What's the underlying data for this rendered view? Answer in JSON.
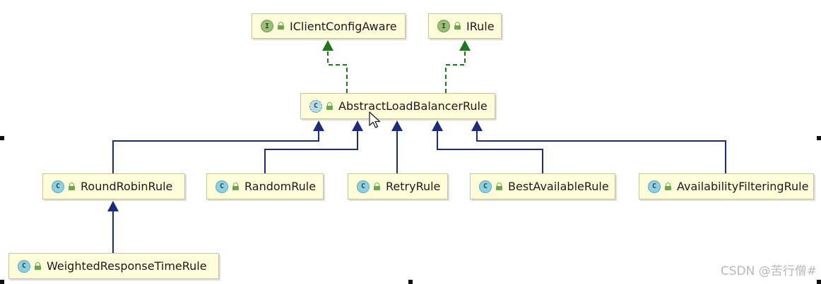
{
  "diagram": {
    "nodes": [
      {
        "id": "iclientconfigaware",
        "kind": "interface",
        "badge": "I",
        "label": "IClientConfigAware"
      },
      {
        "id": "irule",
        "kind": "interface",
        "badge": "I",
        "label": "IRule"
      },
      {
        "id": "abstractloadbalancerrule",
        "kind": "abstract",
        "badge": "C",
        "label": "AbstractLoadBalancerRule"
      },
      {
        "id": "roundrobinrule",
        "kind": "class",
        "badge": "C",
        "label": "RoundRobinRule"
      },
      {
        "id": "randomrule",
        "kind": "class",
        "badge": "C",
        "label": "RandomRule"
      },
      {
        "id": "retryrule",
        "kind": "class",
        "badge": "C",
        "label": "RetryRule"
      },
      {
        "id": "bestavailablerule",
        "kind": "class",
        "badge": "C",
        "label": "BestAvailableRule"
      },
      {
        "id": "availabilityfilteringrule",
        "kind": "class",
        "badge": "C",
        "label": "AvailabilityFilteringRule"
      },
      {
        "id": "weightedresponsetimerule",
        "kind": "class",
        "badge": "C",
        "label": "WeightedResponseTimeRule"
      }
    ],
    "edges": [
      {
        "from": "abstractloadbalancerrule",
        "to": "iclientconfigaware",
        "type": "implements"
      },
      {
        "from": "abstractloadbalancerrule",
        "to": "irule",
        "type": "implements"
      },
      {
        "from": "roundrobinrule",
        "to": "abstractloadbalancerrule",
        "type": "extends"
      },
      {
        "from": "randomrule",
        "to": "abstractloadbalancerrule",
        "type": "extends"
      },
      {
        "from": "retryrule",
        "to": "abstractloadbalancerrule",
        "type": "extends"
      },
      {
        "from": "bestavailablerule",
        "to": "abstractloadbalancerrule",
        "type": "extends"
      },
      {
        "from": "availabilityfilteringrule",
        "to": "abstractloadbalancerrule",
        "type": "extends"
      },
      {
        "from": "weightedresponsetimerule",
        "to": "roundrobinrule",
        "type": "extends"
      }
    ],
    "colors": {
      "implements": "#1a7a1a",
      "extends": "#1c2a80",
      "node_fill": "#fefcd9",
      "node_border": "#c8c59a"
    },
    "icons": {
      "interface": "interface-icon",
      "class": "class-icon",
      "abstract": "abstract-class-icon",
      "visibility": "public-lock-icon",
      "cursor": "mouse-cursor-icon"
    }
  },
  "watermark": "CSDN @苦行僧#"
}
